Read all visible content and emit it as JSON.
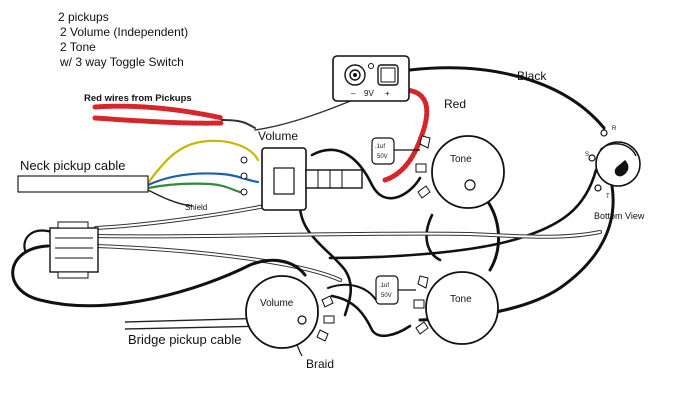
{
  "header": {
    "lines": [
      "2 pickups",
      "2 Volume (Independent)",
      "2  Tone",
      "w/ 3 way  Toggle Switch"
    ]
  },
  "labels": {
    "red_wires": "Red wires from Pickups",
    "neck_cable": "Neck pickup cable",
    "bridge_cable": "Bridge pickup cable",
    "volume_top": "Volume",
    "volume_bottom": "Volume",
    "tone_top": "Tone",
    "tone_bottom": "Tone",
    "black": "Black",
    "red": "Red",
    "bottom_view": "Bottom View",
    "braid": "Braid",
    "shield": "Shield",
    "battery_minus": "–",
    "battery_voltage": "9V",
    "battery_plus": "+",
    "jack_r": "R",
    "jack_s": "S",
    "jack_t": "T",
    "cap_top_value": ".1uf",
    "cap_bottom_value": ".1uf",
    "cap_top_rating": "50V",
    "cap_bottom_rating": "50V"
  },
  "colors": {
    "wire_black": "#111111",
    "wire_red": "#d4262b",
    "wire_yellow": "#c9b400",
    "wire_blue": "#1e5fb0",
    "wire_green": "#2e8b3a",
    "outline": "#222222",
    "background": "#ffffff"
  },
  "icons": {
    "battery": "battery-9v-icon",
    "jack": "output-jack-icon",
    "capacitor": "capacitor-icon",
    "potentiometer": "potentiometer-icon",
    "toggle": "toggle-switch-icon"
  }
}
